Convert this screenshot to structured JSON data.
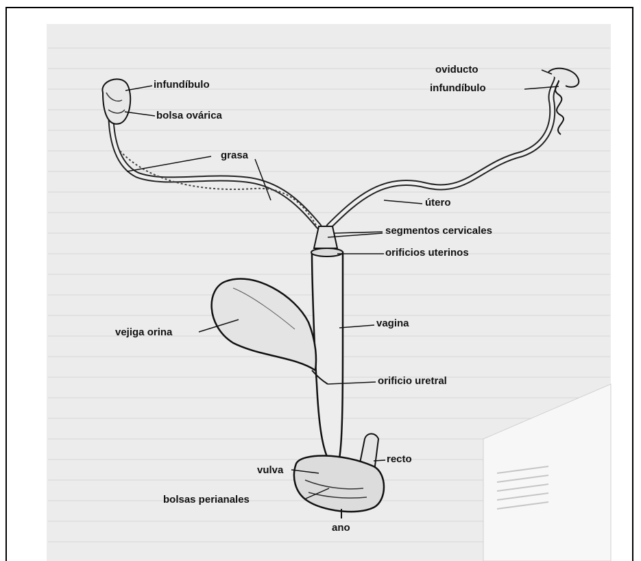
{
  "labels": {
    "oviducto": "oviducto",
    "infundibulo_left": "infundíbulo",
    "infundibulo_right": "infundíbulo",
    "bolsa_ovarica": "bolsa ovárica",
    "grasa": "grasa",
    "utero": "útero",
    "segmentos_cervicales": "segmentos cervicales",
    "orificios_uterinos": "orificios uterinos",
    "vagina": "vagina",
    "vejiga_orina": "vejiga orina",
    "orificio_uretral": "orificio uretral",
    "recto": "recto",
    "vulva": "vulva",
    "bolsas_perianales": "bolsas perianales",
    "ano": "ano"
  }
}
